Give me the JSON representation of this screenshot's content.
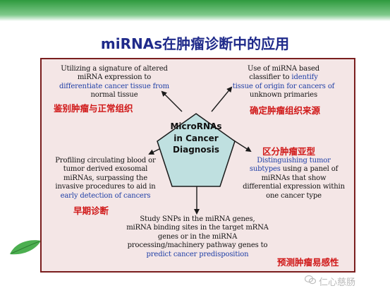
{
  "title": "miRNAs在肿瘤诊断中的应用",
  "center": {
    "line1": "MicroRNAs",
    "line2": "in Cancer",
    "line3": "Diagnosis"
  },
  "blocks": {
    "top_left": {
      "lines": [
        "Utilizing a signature of altered",
        "miRNA expression to"
      ],
      "blue_lines": [
        "differentiate cancer tissue from"
      ],
      "tail_lines": [
        "normal tissue"
      ],
      "cn": "鉴别肿瘤与正常组织"
    },
    "top_right": {
      "lines": [
        "Use of miRNA based",
        "classifier to"
      ],
      "blue_inline": "identify",
      "blue_lines": [
        "tissue of origin for cancers of"
      ],
      "tail_lines": [
        "unknown primaries"
      ],
      "cn": "确定肿瘤组织来源"
    },
    "mid_left": {
      "lines": [
        "Profiling circulating blood or",
        "tumor derived exosomal",
        "miRNAs, surpassing the",
        "invasive procedures to aid in"
      ],
      "blue_lines": [
        "early detection of cancers"
      ],
      "cn": "早期诊断"
    },
    "mid_right": {
      "cn": "区分肿瘤亚型",
      "blue_lines": [
        "Distinguishing tumor",
        "subtypes"
      ],
      "lines_after": [
        "using a panel of",
        "miRNAs that show",
        "differential expression within",
        "one cancer type"
      ]
    },
    "bottom": {
      "lines": [
        "Study SNPs in the miRNA genes,",
        "miRNA binding sites in the target mRNA",
        "genes or in the miRNA",
        "processing/machinery pathway genes to"
      ],
      "blue_lines": [
        "predict cancer predisposition"
      ],
      "cn": "预测肿瘤易感性"
    }
  },
  "watermark": "仁心慈肠",
  "colors": {
    "title": "#1f2a8a",
    "chinese_labels": "#d01818",
    "highlight_text": "#1e3ea6",
    "pentagon_fill": "#bfe0e0",
    "frame_border": "#7a1e1e",
    "frame_fill": "#f4e6e6",
    "top_band": "#2e9a3e"
  }
}
